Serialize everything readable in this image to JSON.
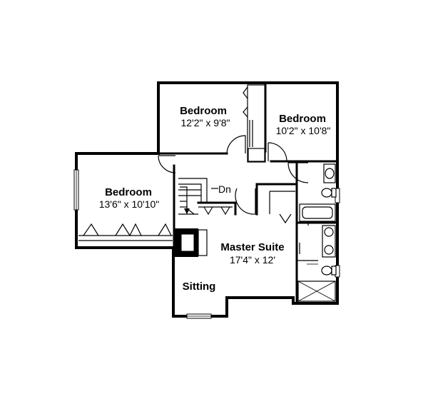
{
  "rooms": {
    "bedroom_top_left": {
      "name": "Bedroom",
      "dims": "12'2\" x 9'8\""
    },
    "bedroom_top_right": {
      "name": "Bedroom",
      "dims": "10'2\" x 10'8\""
    },
    "bedroom_left": {
      "name": "Bedroom",
      "dims": "13'6\" x 10'10\""
    },
    "master_suite": {
      "name": "Master Suite",
      "dims": "17'4\" x 12'"
    },
    "sitting": {
      "name": "Sitting"
    }
  },
  "stairs": {
    "label": "Dn"
  }
}
